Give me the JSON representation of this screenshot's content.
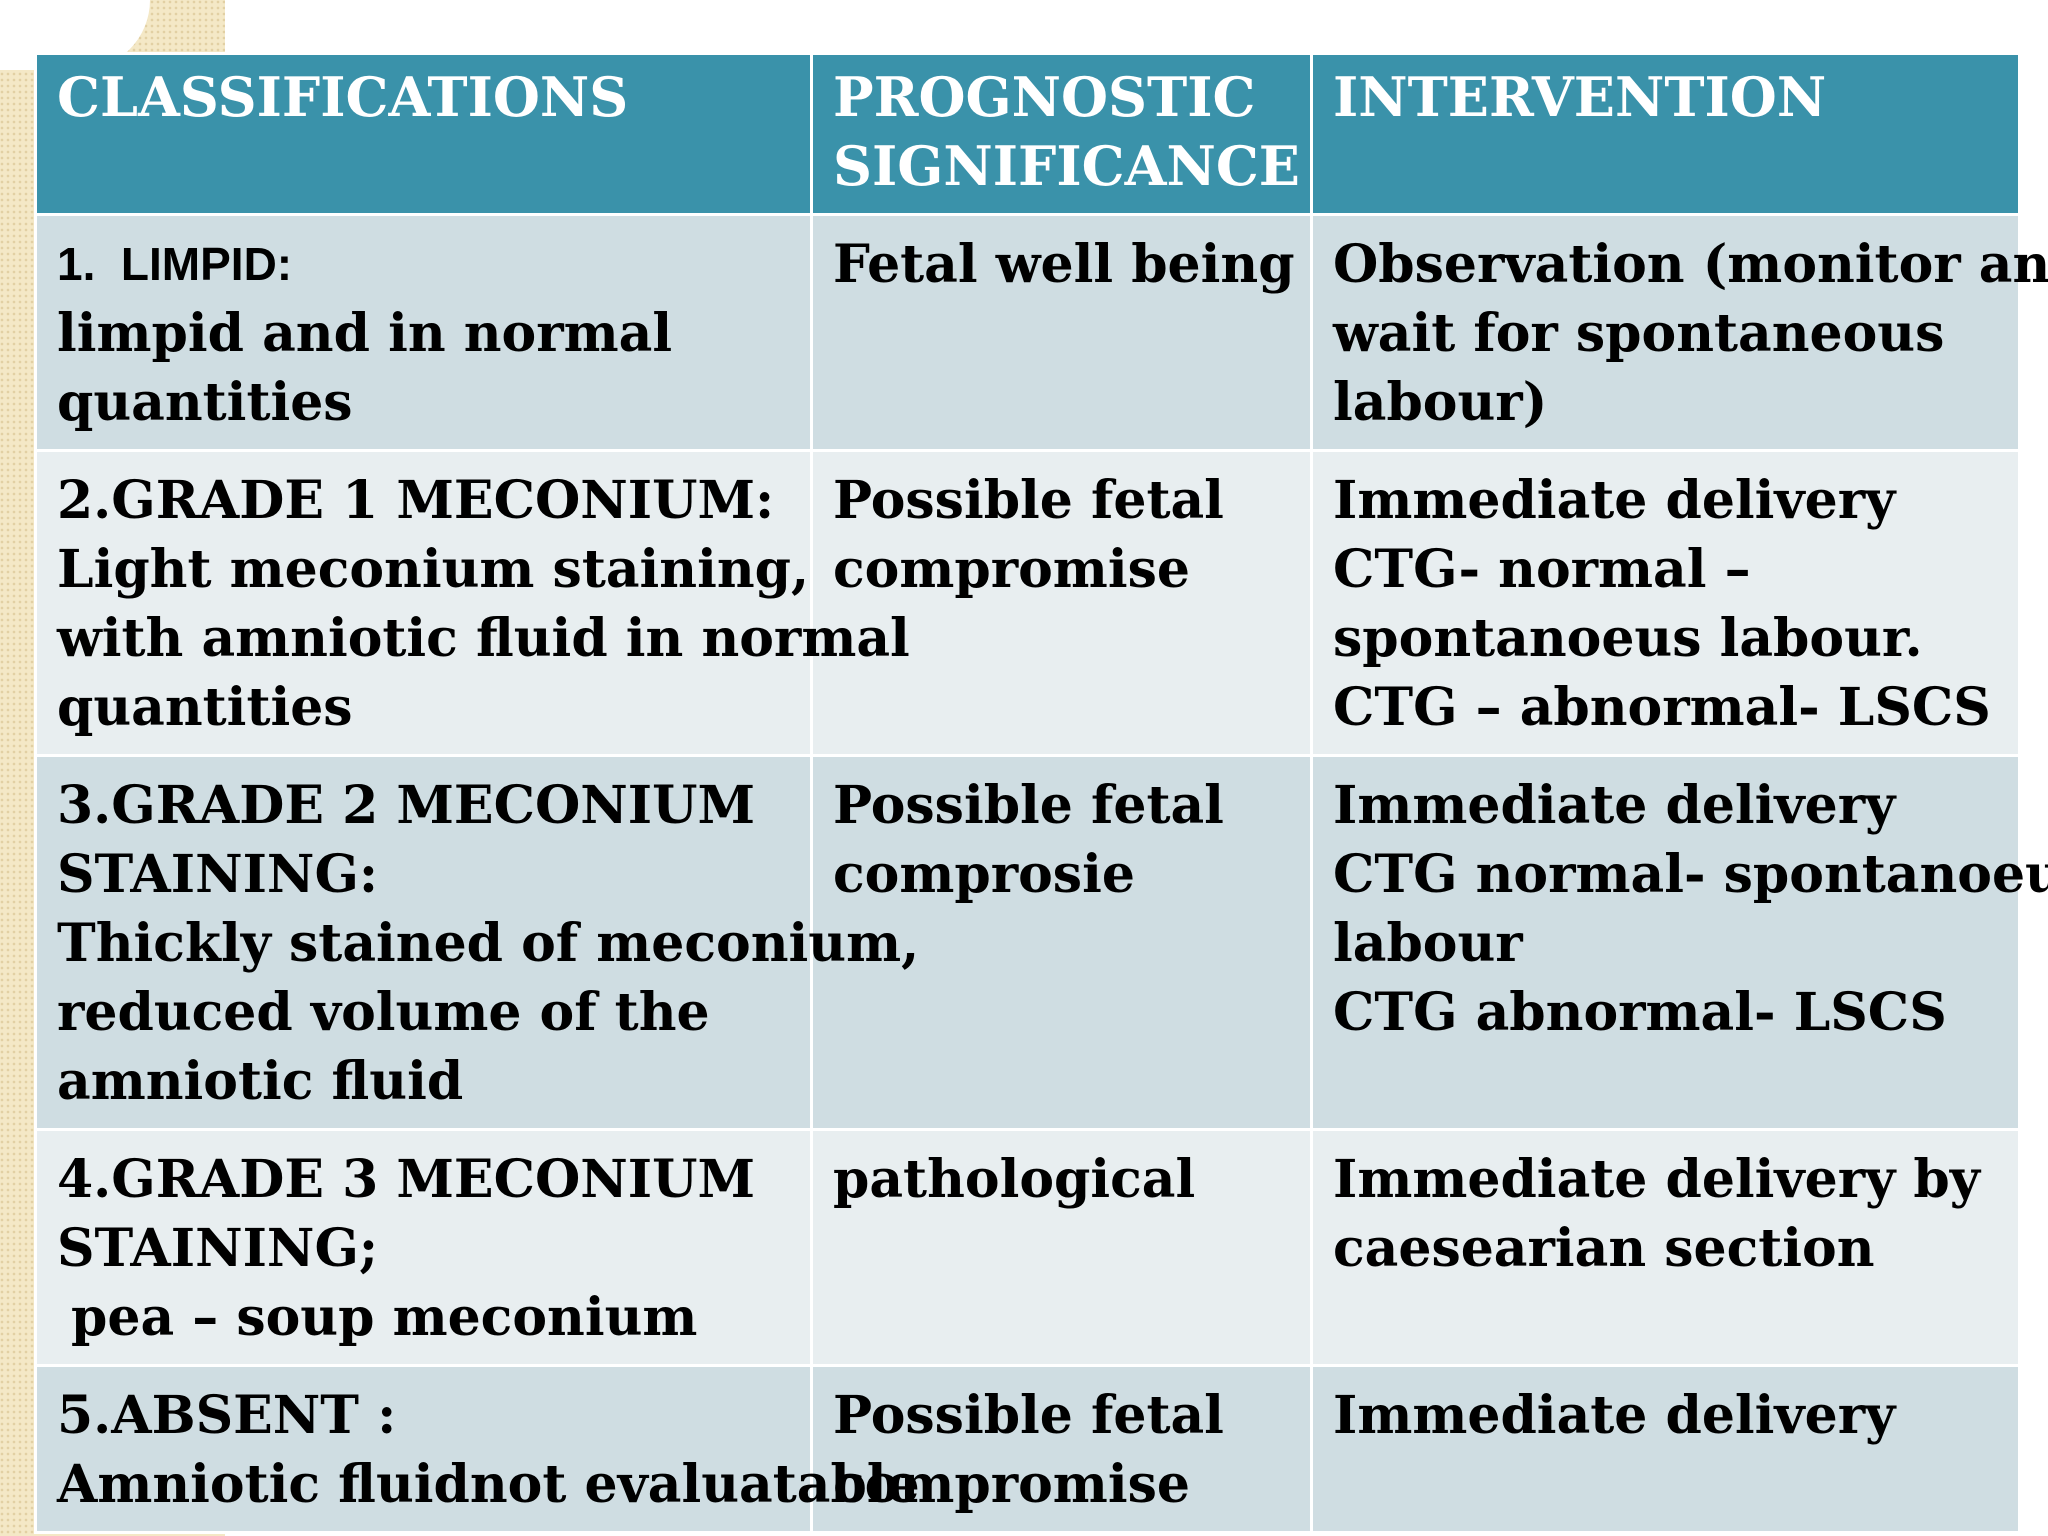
{
  "table": {
    "headers": [
      [
        "CLASSIFICATIONS"
      ],
      [
        "PROGNOSTIC",
        "SIGNIFICANCE"
      ],
      [
        "INTERVENTION"
      ]
    ],
    "rows": [
      {
        "classification": {
          "heading": "1.  LIMPID:",
          "lines": [
            "limpid and in normal",
            "quantities"
          ]
        },
        "prognostic": [
          "Fetal well being"
        ],
        "intervention": [
          "Observation (monitor and",
          "wait for spontaneous",
          "labour)"
        ]
      },
      {
        "classification": {
          "heading": "2.GRADE 1 MECONIUM:",
          "lines": [
            "Light meconium staining,",
            "with amniotic fluid in normal",
            "quantities"
          ]
        },
        "prognostic": [
          "Possible fetal",
          "compromise"
        ],
        "intervention": [
          "Immediate delivery",
          "CTG- normal –",
          "spontanoeus labour.",
          "CTG – abnormal- LSCS"
        ]
      },
      {
        "classification": {
          "heading": "3.GRADE 2 MECONIUM",
          "lines": [
            "STAINING:",
            "Thickly stained of meconium,",
            "reduced volume of the",
            "amniotic fluid"
          ]
        },
        "prognostic": [
          "Possible fetal",
          "comprosie"
        ],
        "intervention": [
          "Immediate delivery",
          "CTG normal- spontanoeus",
          "labour",
          "CTG abnormal- LSCS"
        ]
      },
      {
        "classification": {
          "heading": "4.GRADE 3 MECONIUM",
          "lines": [
            "STAINING;",
            "pea – soup meconium"
          ]
        },
        "prognostic": [
          "pathological"
        ],
        "intervention": [
          "Immediate delivery by",
          "caesearian section"
        ]
      },
      {
        "classification": {
          "heading": "5.ABSENT :",
          "lines": [
            "Amniotic fluidnot evaluatable"
          ]
        },
        "prognostic": [
          "Possible fetal",
          "compromise"
        ],
        "intervention": [
          "Immediate delivery"
        ]
      }
    ]
  },
  "colors": {
    "header_bg": "#3a92aa",
    "row_dark": "#cfdde2",
    "row_light": "#e8eef0",
    "strip": "#f4e8c6"
  }
}
